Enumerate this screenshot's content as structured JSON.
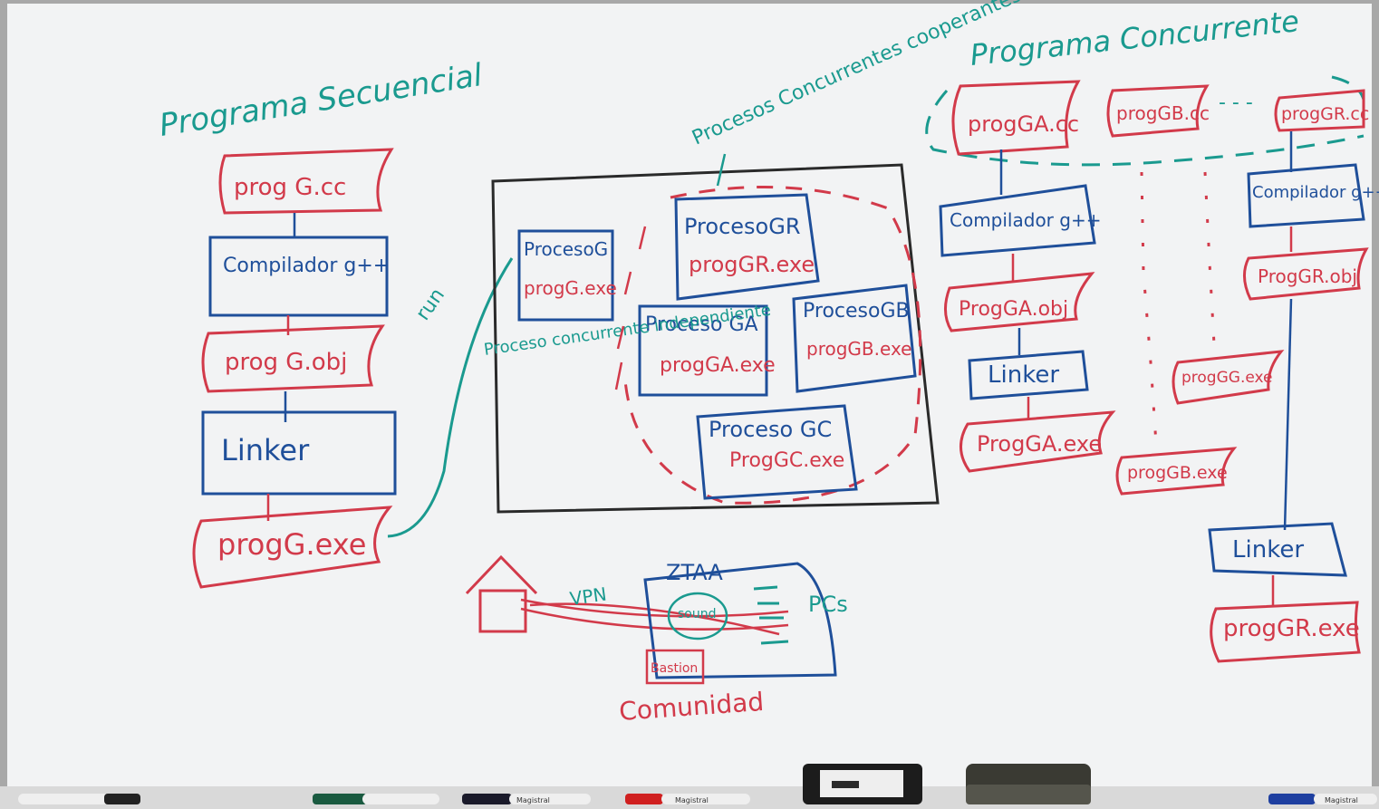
{
  "colors": {
    "board": "#f2f3f4",
    "frame": "#9a9a9a",
    "red_marker": "#d23a4a",
    "blue_marker": "#1f4f9a",
    "teal_marker": "#1a9a8f",
    "black_marker": "#2a2a2a"
  },
  "sequential": {
    "title": "Programa Secuencial",
    "source": "prog G.cc",
    "compiler": "Compilador g++",
    "object": "prog G.obj",
    "linker": "Linker",
    "exe": "progG.exe"
  },
  "processes": {
    "run_label": "run",
    "cooperating_note": "Procesos Concurrentes cooperantes",
    "independent_note": "Proceso concurrente independiente",
    "proc_g_title": "ProcesoG",
    "proc_g_exe": "progG.exe",
    "proc_gr_title": "ProcesoGR",
    "proc_gr_exe": "progGR.exe",
    "proc_ga_title": "Proceso GA",
    "proc_ga_exe": "progGA.exe",
    "proc_gb_title": "ProcesoGB",
    "proc_gb_exe": "progGB.exe",
    "proc_gc_title": "Proceso GC",
    "proc_gc_exe": "ProgGC.exe"
  },
  "network": {
    "vpn": "VPN",
    "ztaa": "ZTAA",
    "pcs": "PCs",
    "sound": "sound",
    "bastion": "Bastion",
    "community": "Comunidad"
  },
  "concurrent": {
    "title": "Programa Concurrente",
    "src_a": "progGA.cc",
    "src_b": "progGB.cc",
    "src_r": "progGR.cc",
    "compiler_a": "Compilador g++",
    "compiler_r": "Compilador g++",
    "obj_a": "ProgGA.obj",
    "obj_r": "ProgGR.obj",
    "linker_a": "Linker",
    "linker_r": "Linker",
    "exe_a": "ProgGA.exe",
    "exe_b": "progGB.exe",
    "exe_g": "progGG.exe",
    "exe_r": "progGR.exe"
  },
  "tray": {
    "marker1": "Magistral",
    "marker2": "Magistral",
    "marker3": "Magistral"
  }
}
